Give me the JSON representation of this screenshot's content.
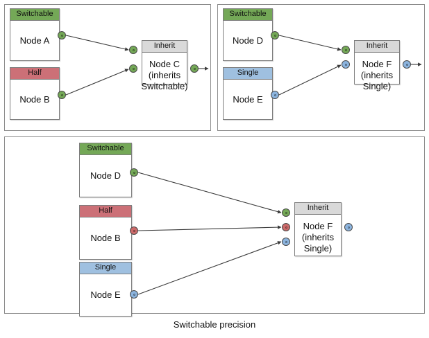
{
  "caption": "Switchable precision",
  "colors": {
    "switchable": "#74a857",
    "half": "#cc7077",
    "single": "#9fc0e0",
    "inherit": "#d9d9d9",
    "port_green": "#74a857",
    "port_red": "#cc6a6a",
    "port_blue": "#8cb4de",
    "edge": "#3a3a3a",
    "border": "#7d7d7d",
    "panel_border": "#8c8c8c",
    "background": "#ffffff"
  },
  "panels": [
    {
      "id": "panel-1",
      "nodes": [
        {
          "id": "node-a",
          "header": "Switchable",
          "body": "Node A"
        },
        {
          "id": "node-b",
          "header": "Half",
          "body": "Node B"
        },
        {
          "id": "node-c",
          "header": "Inherit",
          "body": "Node C\n(inherits\nSwitchable)"
        }
      ]
    },
    {
      "id": "panel-2",
      "nodes": [
        {
          "id": "node-d",
          "header": "Switchable",
          "body": "Node D"
        },
        {
          "id": "node-e",
          "header": "Single",
          "body": "Node E"
        },
        {
          "id": "node-f",
          "header": "Inherit",
          "body": "Node F\n(inherits\nSingle)"
        }
      ]
    },
    {
      "id": "panel-3",
      "nodes": [
        {
          "id": "node-d2",
          "header": "Switchable",
          "body": "Node D"
        },
        {
          "id": "node-b2",
          "header": "Half",
          "body": "Node B"
        },
        {
          "id": "node-e2",
          "header": "Single",
          "body": "Node E"
        },
        {
          "id": "node-f2",
          "header": "Inherit",
          "body": "Node F\n(inherits\nSingle)"
        }
      ]
    }
  ],
  "labels": {
    "p1_node_a_header": "Switchable",
    "p1_node_a_body": "Node A",
    "p1_node_b_header": "Half",
    "p1_node_b_body": "Node B",
    "p1_node_c_header": "Inherit",
    "p1_node_c_body_l1": "Node C",
    "p1_node_c_body_l2": "(inherits",
    "p1_node_c_body_l3": "Switchable)",
    "p2_node_d_header": "Switchable",
    "p2_node_d_body": "Node D",
    "p2_node_e_header": "Single",
    "p2_node_e_body": "Node E",
    "p2_node_f_header": "Inherit",
    "p2_node_f_body_l1": "Node F",
    "p2_node_f_body_l2": "(inherits",
    "p2_node_f_body_l3": "Single)",
    "p3_node_d_header": "Switchable",
    "p3_node_d_body": "Node D",
    "p3_node_b_header": "Half",
    "p3_node_b_body": "Node B",
    "p3_node_e_header": "Single",
    "p3_node_e_body": "Node E",
    "p3_node_f_header": "Inherit",
    "p3_node_f_body_l1": "Node F",
    "p3_node_f_body_l2": "(inherits",
    "p3_node_f_body_l3": "Single)"
  }
}
